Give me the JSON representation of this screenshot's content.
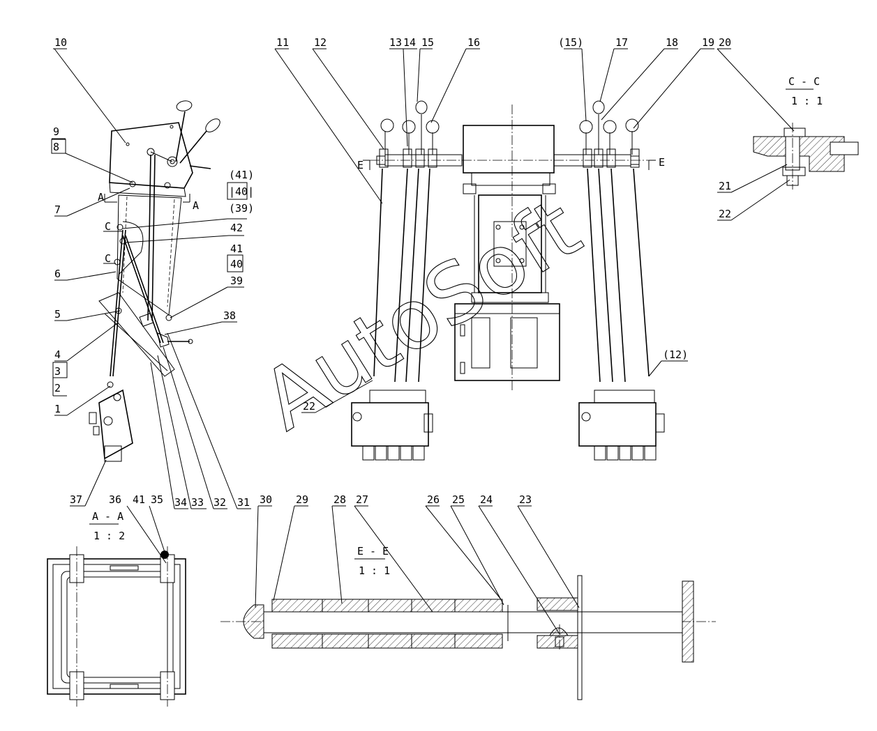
{
  "part_numbers": {
    "left_view": [
      "10",
      "9",
      "8",
      "7",
      "6",
      "5",
      "4",
      "3",
      "2",
      "1",
      "42",
      "38",
      "37",
      "36",
      "35",
      "34",
      "33",
      "32",
      "31"
    ],
    "top_view": [
      "11",
      "12",
      "13",
      "14",
      "15",
      "16",
      "(15)",
      "17",
      "18",
      "19",
      "(12)",
      "22"
    ],
    "section_cc": [
      "20",
      "21",
      "22"
    ],
    "section_ee": [
      "30",
      "29",
      "28",
      "27",
      "26",
      "25",
      "24",
      "23"
    ],
    "section_aa": [
      "41"
    ]
  },
  "ref_groups": {
    "upper": [
      "(41)",
      "|40|",
      "(39)"
    ],
    "lower": [
      "41",
      "40",
      "39"
    ]
  },
  "sections": {
    "aa": {
      "title": "A - A",
      "scale": "1 : 2"
    },
    "cc": {
      "title": "C - C",
      "scale": "1 : 1"
    },
    "ee": {
      "title": "E - E",
      "scale": "1 : 1"
    }
  },
  "section_markers": {
    "a_left": "A",
    "a_right": "A",
    "c_top": "C",
    "c_bottom": "C",
    "e_left": "E",
    "e_right": "E"
  },
  "watermark": "AutoSoft"
}
